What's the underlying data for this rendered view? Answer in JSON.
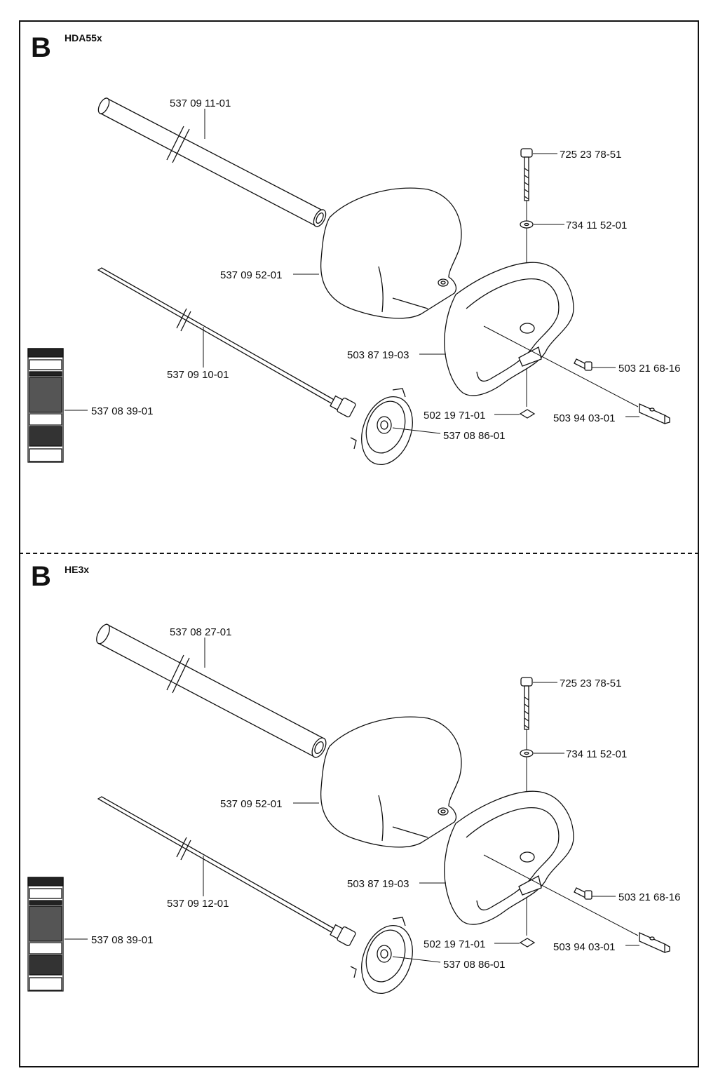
{
  "sections": [
    {
      "letter": "B",
      "model": "HDA55x",
      "parts": {
        "tube": "537 09 11-01",
        "guard": "537 09 52-01",
        "shaft": "537 09 10-01",
        "decal": "537 08 39-01",
        "bolt": "725 23 78-51",
        "washer": "734 11 52-01",
        "handle": "503 87 19-03",
        "screw": "503 21 68-16",
        "nut": "502 19 71-01",
        "clamp": "503 94 03-01",
        "cup": "537 08 86-01"
      }
    },
    {
      "letter": "B",
      "model": "HE3x",
      "parts": {
        "tube": "537 08 27-01",
        "guard": "537 09 52-01",
        "shaft": "537 09 12-01",
        "decal": "537 08 39-01",
        "bolt": "725 23 78-51",
        "washer": "734 11 52-01",
        "handle": "503 87 19-03",
        "screw": "503 21 68-16",
        "nut": "502 19 71-01",
        "clamp": "503 94 03-01",
        "cup": "537 08 86-01"
      }
    }
  ]
}
